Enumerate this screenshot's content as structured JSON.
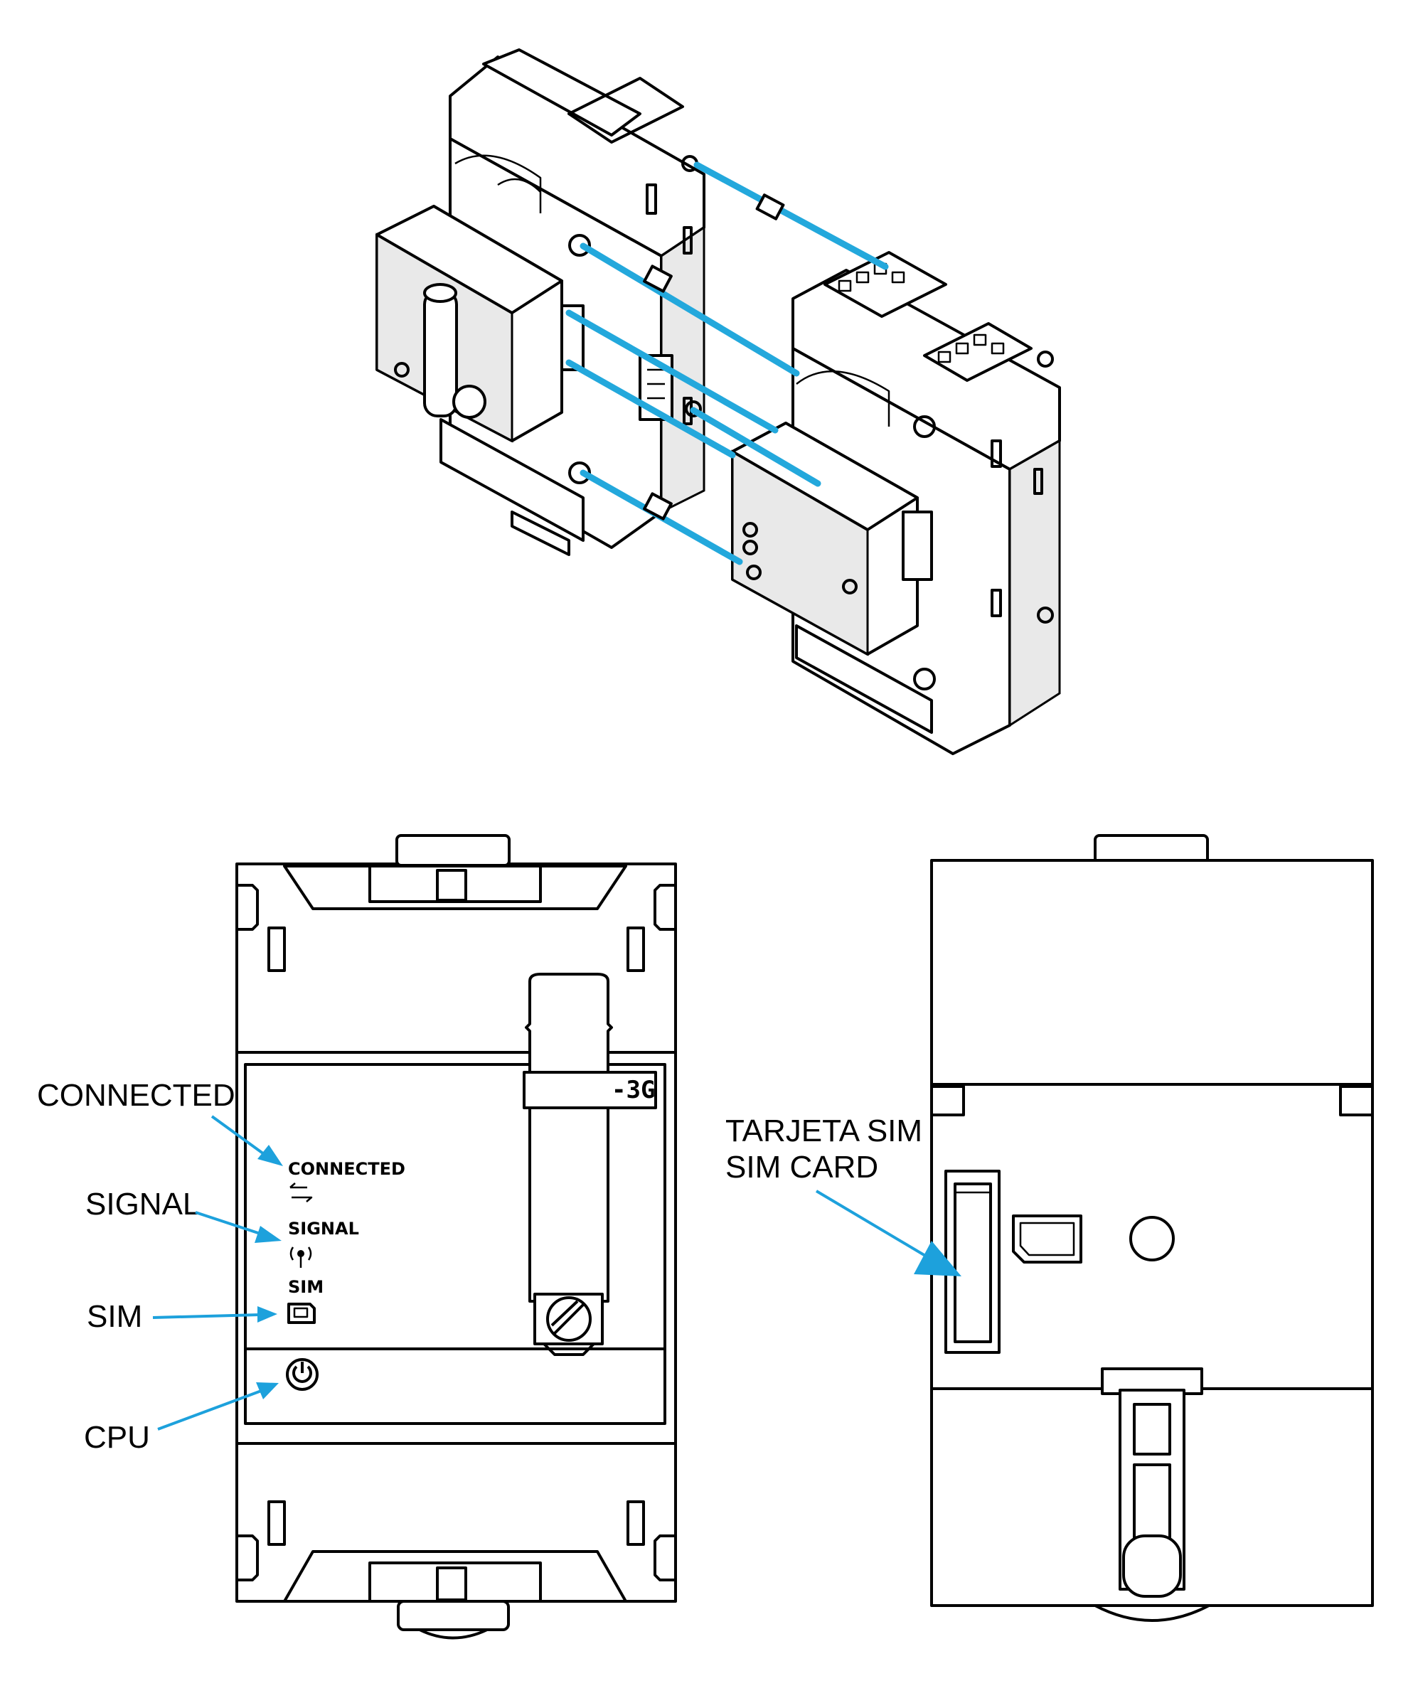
{
  "colors": {
    "connector_lines": "#23a8dc",
    "callout_arrows": "#1da1dc",
    "linework": "#000000",
    "background": "#ffffff"
  },
  "callouts": {
    "connected": "CONNECTED",
    "signal": "SIGNAL",
    "sim": "SIM",
    "cpu": "CPU",
    "sim_card_es": "TARJETA SIM",
    "sim_card_en": "SIM CARD"
  },
  "front_panel": {
    "connected_label": "CONNECTED",
    "signal_label": "SIGNAL",
    "sim_label": "SIM",
    "model_suffix": "-3G"
  },
  "icons": {
    "connected": "connected-arrows-icon",
    "signal": "antenna-signal-icon",
    "sim": "sim-card-icon",
    "cpu": "power-icon"
  }
}
